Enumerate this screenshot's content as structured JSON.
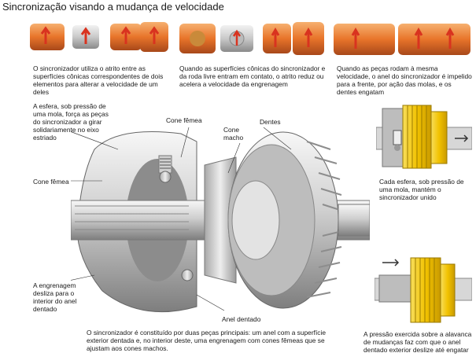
{
  "title": "Sincronização visando a mudança de velocidade",
  "captions": {
    "step1": "O sincronizador utiliza o atrito entre as superfícies cônicas correspondentes de dois elementos para alterar a velocidade de um deles",
    "step2": "Quando as superfícies cônicas do sincronizador e da roda livre entram em contato, o atrito reduz ou acelera a velocidade da engrenagem",
    "step3": "Quando as peças rodam à mesma velocidade, o anel do sincronizador é impelido para a frente, por ação das molas, e os dentes engatam",
    "detail_top": "Cada esfera, sob pressão de uma mola, mantém o sincronizador unido",
    "detail_bottom": "A pressão exercida sobre a alavanca de mudanças faz com que o anel dentado exterior deslize até engatar",
    "main": "O sincronizador é constituído por duas peças principais: um anel com a superfície exterior dentada e, no interior deste, uma engrenagem com cones fêmeas que se ajustam aos cones machos."
  },
  "labels": {
    "esfera": "A esfera, sob pressão de uma mola, força as peças do sincronizador a girar solidariamente no eixo estriado",
    "cone_femea_top": "Cone fêmea",
    "cone_macho": "Cone macho",
    "dentes": "Dentes",
    "cone_femea_left": "Cone fêmea",
    "engrenagem": "A engrenagem desliza para o interior do anel dentado",
    "anel_dentado": "Anel dentado"
  },
  "colors": {
    "orange": "#e8742a",
    "orange_dark": "#b8501a",
    "steel": "#c9c9c9",
    "yellow": "#f2c200",
    "arrow_red": "#d9331f"
  }
}
